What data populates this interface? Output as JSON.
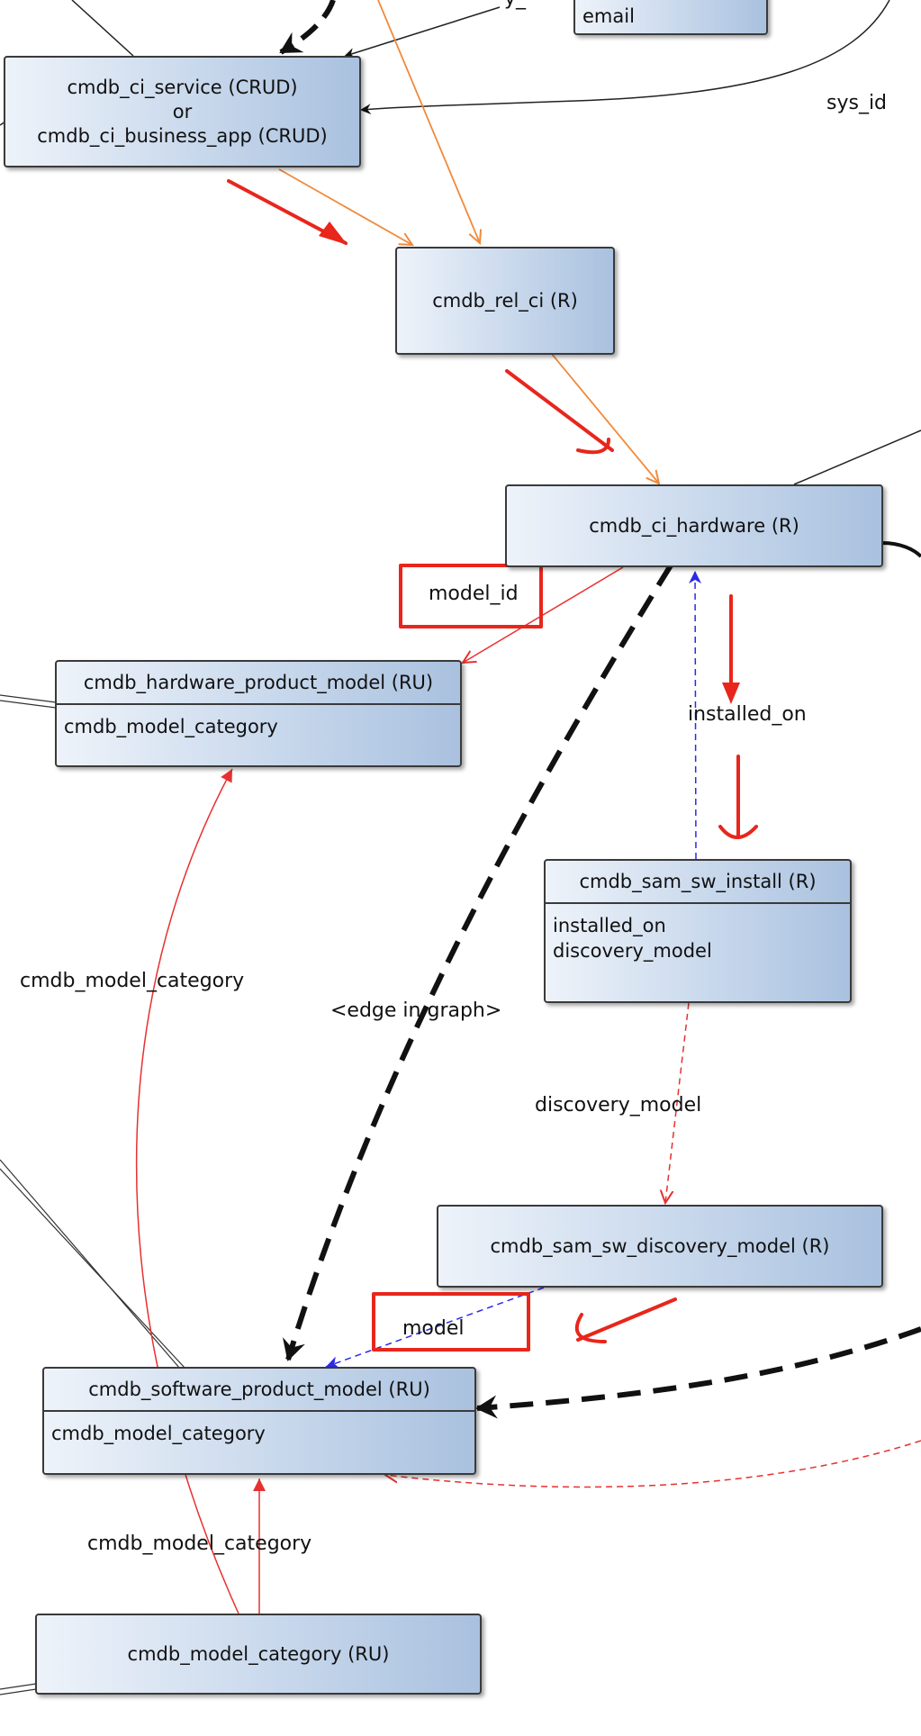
{
  "nodes": {
    "email_box": {
      "label": "email"
    },
    "ci_service": {
      "line1": "cmdb_ci_service (CRUD)",
      "line2": "or",
      "line3": "cmdb_ci_business_app (CRUD)"
    },
    "rel_ci": {
      "label": "cmdb_rel_ci (R)"
    },
    "ci_hardware": {
      "label": "cmdb_ci_hardware (R)"
    },
    "hw_product_model": {
      "title": "cmdb_hardware_product_model (RU)",
      "fields": [
        "cmdb_model_category"
      ]
    },
    "sam_sw_install": {
      "title": "cmdb_sam_sw_install (R)",
      "fields": [
        "installed_on",
        "discovery_model"
      ]
    },
    "sam_sw_discovery_model": {
      "label": "cmdb_sam_sw_discovery_model (R)"
    },
    "sw_product_model": {
      "title": "cmdb_software_product_model (RU)",
      "fields": [
        "cmdb_model_category"
      ]
    },
    "model_category": {
      "label": "cmdb_model_category (RU)"
    }
  },
  "edge_labels": {
    "sys_id": "sys_id",
    "model_id": "model_id",
    "installed_on": "installed_on",
    "cmdb_model_category_left": "cmdb_model_category",
    "edge_in_graph": "<edge in graph>",
    "discovery_model": "discovery_model",
    "model": "model",
    "cmdb_model_category_bottom": "cmdb_model_category",
    "top_partial": "y_"
  },
  "colors": {
    "orange_edge": "#f08a3c",
    "red_edge": "#e83030",
    "blue_edge": "#2a2ae8",
    "black_edge": "#111111",
    "annotation_red": "#e8261c",
    "node_border": "#3a3a3a"
  }
}
